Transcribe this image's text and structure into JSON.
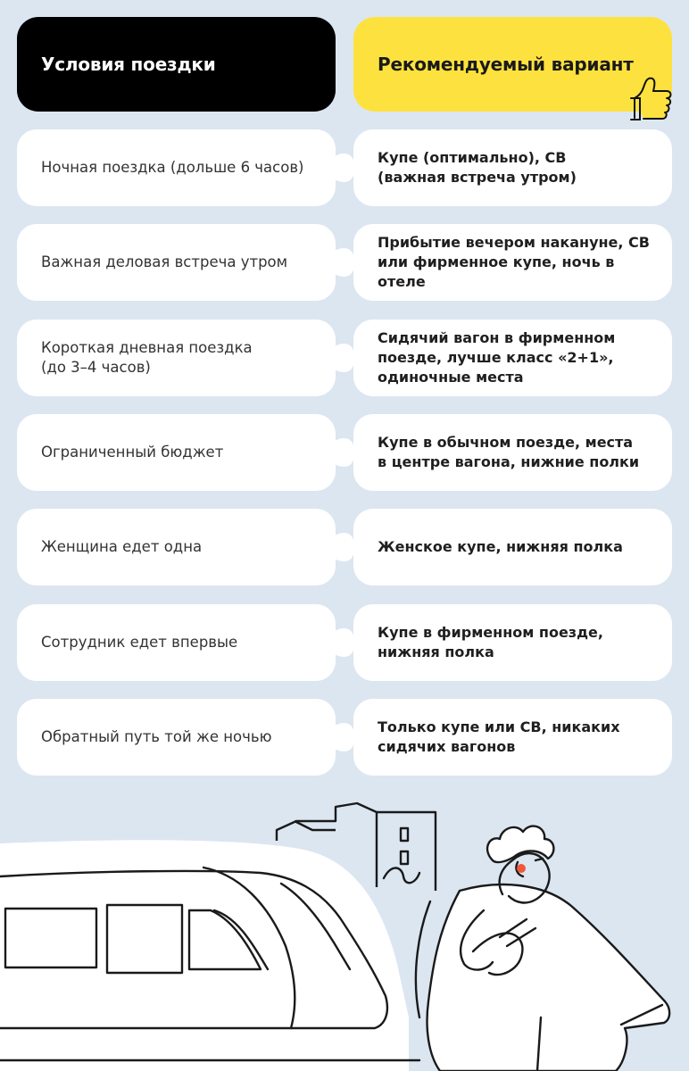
{
  "headers": {
    "left": "Условия поездки",
    "right": "Рекомендуемый вариант"
  },
  "rows": [
    {
      "condition": "Ночная поездка (дольше 6 часов)",
      "recommendation": "Купе (оптимально), СВ\n(важная встреча утром)"
    },
    {
      "condition": "Важная деловая встреча утром",
      "recommendation": "Прибытие вечером накануне, СВ\nили фирменное купе, ночь в отеле"
    },
    {
      "condition": "Короткая дневная поездка\n(до 3–4 часов)",
      "recommendation": "Сидячий вагон в фирменном\nпоезде, лучше класс «2+1»,\nодиночные места"
    },
    {
      "condition": "Ограниченный бюджет",
      "recommendation": "Купе в обычном поезде, места\nв центре вагона, нижние полки"
    },
    {
      "condition": "Женщина едет одна",
      "recommendation": "Женское купе, нижняя полка"
    },
    {
      "condition": "Сотрудник едет впервые",
      "recommendation": "Купе в фирменном поезде,\nнижняя полка"
    },
    {
      "condition": "Обратный путь той же ночью",
      "recommendation": "Только купе или СВ, никаких\nсидячих вагонов"
    }
  ],
  "icons": {
    "thumb": "thumbs-up-icon",
    "connector": "puzzle-connector-icon",
    "train": "train-illustration",
    "person": "person-illustration",
    "building": "building-illustration"
  },
  "colors": {
    "background": "#dce6f1",
    "header_left": "#000000",
    "header_right": "#fde23f",
    "card": "#ffffff",
    "blush": "#f0573a"
  }
}
